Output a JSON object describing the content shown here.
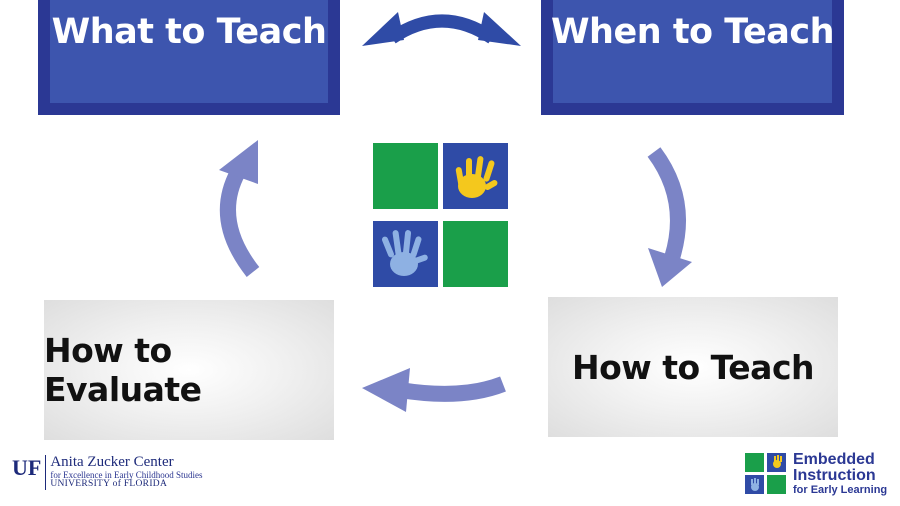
{
  "boxes": {
    "what": "What to Teach",
    "when": "When to Teach",
    "how_teach": "How to Teach",
    "how_eval": "How to Evaluate"
  },
  "footer_left": {
    "mark": "UF",
    "name": "Anita Zucker Center",
    "sub1": "for Excellence in Early Childhood Studies",
    "sub2": "UNIVERSITY of FLORIDA"
  },
  "footer_right": {
    "line1": "Embedded",
    "line2": "Instruction",
    "line3": "for Early Learning"
  },
  "colors": {
    "navy": "#2b3894",
    "blue": "#3d55ae",
    "arrow_top": "#2f4ba6",
    "arrow_light": "#7b84c6",
    "green": "#1a9f4a",
    "yellow": "#f4c81d",
    "hand_light": "#8eb1e3"
  },
  "icons": [
    "double-arrow-icon",
    "curved-arrow-icon",
    "yellow-hand-icon",
    "blue-hand-icon"
  ]
}
